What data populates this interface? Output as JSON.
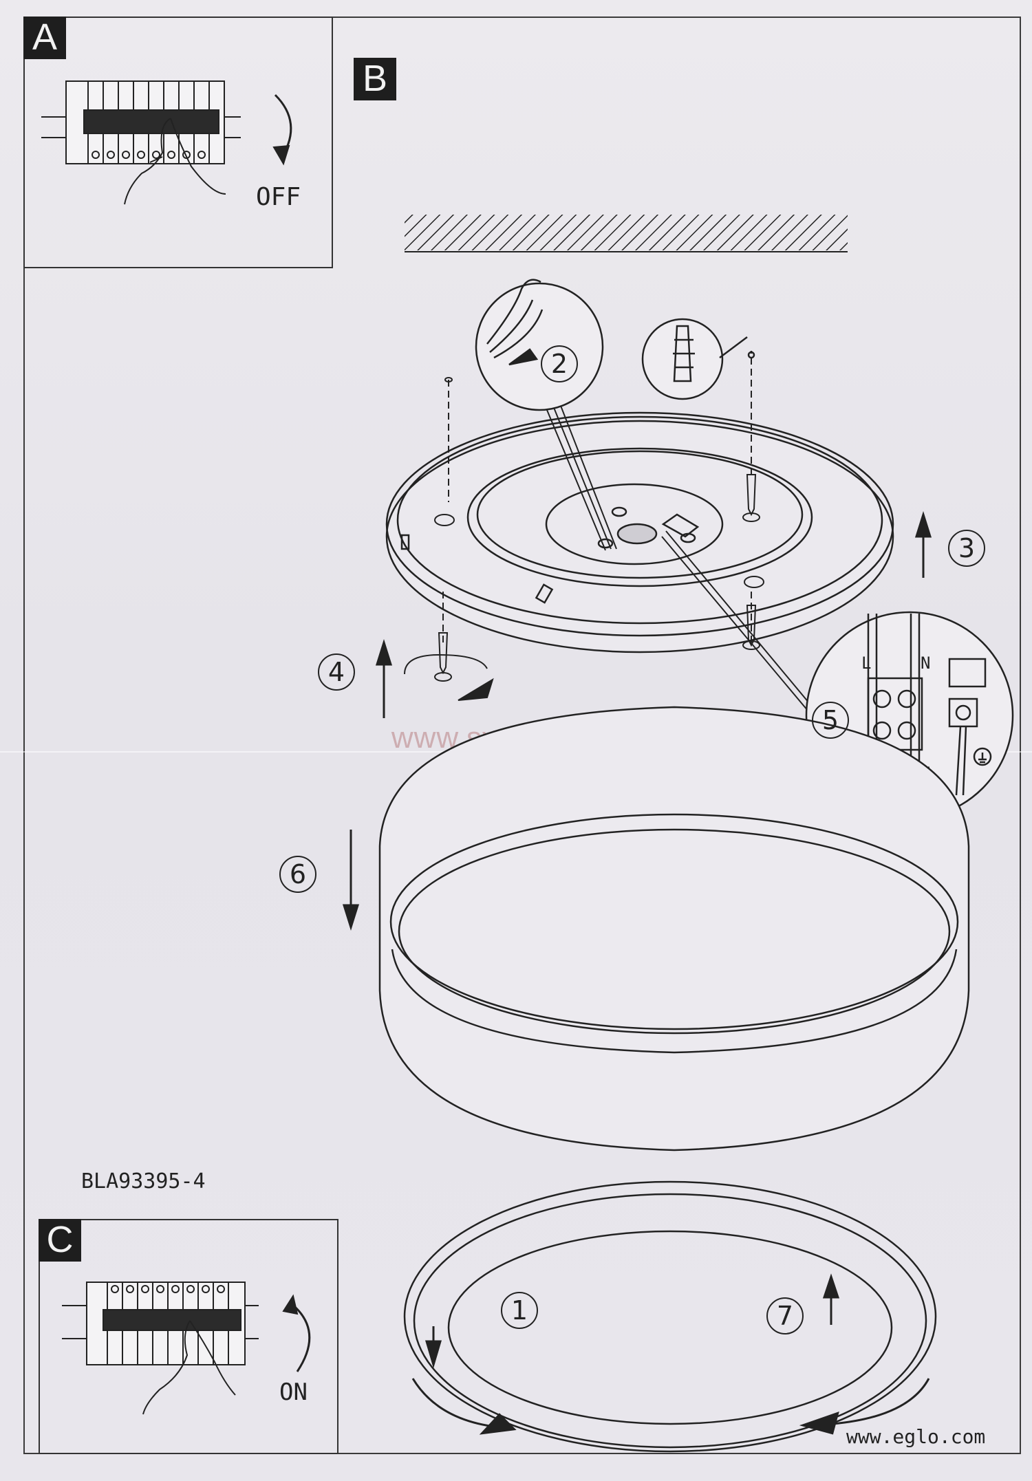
{
  "panels": {
    "a": {
      "letter": "A",
      "caption": "OFF"
    },
    "b": {
      "letter": "B"
    },
    "c": {
      "letter": "C",
      "caption": "ON"
    }
  },
  "steps": [
    "1",
    "2",
    "3",
    "4",
    "5",
    "6",
    "7"
  ],
  "wiring": {
    "live": "L",
    "neutral": "N"
  },
  "model_code": "BLA93395-4",
  "website": "www.eglo.com",
  "watermark": "www.svetodom.ru"
}
